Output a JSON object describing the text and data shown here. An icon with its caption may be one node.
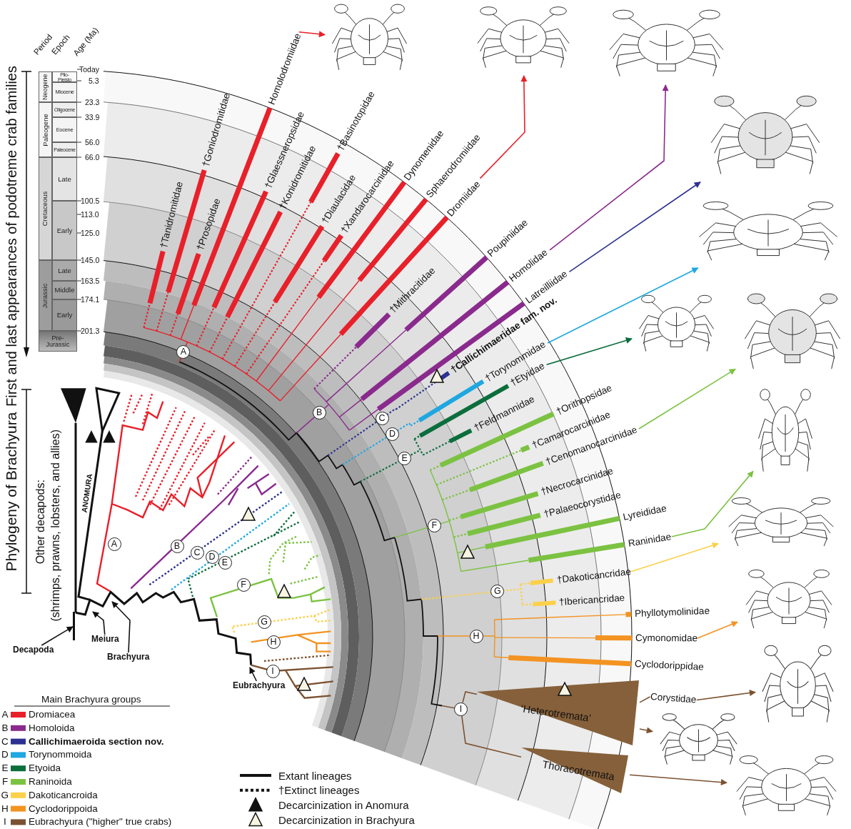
{
  "diagram": {
    "nodes": [
      {
        "text": [
          "Homolodromiidae"
        ]
      },
      {
        "text": [
          "Dromiidae"
        ]
      },
      {
        "text": [
          "Homolidae"
        ]
      },
      {
        "text": [
          "Latreilliidae"
        ]
      },
      {
        "text": [
          "†Torynommidae"
        ]
      },
      {
        "text": [
          "†Etyidae"
        ]
      },
      {
        "text": [
          "†Cenomanocarcinidae"
        ]
      },
      {
        "text": [
          "Raninidae"
        ]
      },
      {
        "text": [
          "†Dakoticancridae"
        ]
      },
      {
        "text": [
          "Cymonomidae"
        ]
      },
      {
        "text": [
          "‘Heterotremata’"
        ]
      },
      {
        "text": [
          "Corystidae"
        ]
      },
      {
        "text": [
          "Thoracotremata"
        ]
      },
      {
        "text": [
          "A"
        ]
      },
      {
        "text": [
          "B"
        ]
      },
      {
        "text": [
          "C"
        ]
      },
      {
        "text": [
          "D"
        ]
      },
      {
        "text": [
          "E"
        ]
      },
      {
        "text": [
          "F"
        ]
      },
      {
        "text": [
          "G"
        ]
      },
      {
        "text": [
          "H"
        ]
      },
      {
        "text": [
          "I"
        ]
      },
      {
        "text": [
          "A"
        ]
      },
      {
        "text": [
          "B"
        ]
      },
      {
        "text": [
          "C"
        ]
      },
      {
        "text": [
          "D"
        ]
      },
      {
        "text": [
          "E"
        ]
      },
      {
        "text": [
          "F"
        ]
      },
      {
        "text": [
          "G"
        ]
      },
      {
        "text": [
          "H"
        ]
      },
      {
        "text": [
          "I"
        ]
      },
      {
        "text": [
          "Decapoda"
        ]
      },
      {
        "text": [
          "Meiura"
        ]
      },
      {
        "text": [
          "Brachyura"
        ]
      },
      {
        "text": [
          "Eubrachyura"
        ]
      },
      {
        "text": [],
        "shape": "picture"
      },
      {
        "text": [],
        "shape": "picture"
      },
      {
        "text": [],
        "shape": "picture"
      },
      {
        "text": [],
        "shape": "picture"
      },
      {
        "text": [],
        "shape": "picture"
      },
      {
        "text": [],
        "shape": "picture"
      },
      {
        "text": [],
        "shape": "picture"
      },
      {
        "text": [],
        "shape": "picture"
      },
      {
        "text": [],
        "shape": "picture"
      },
      {
        "text": [],
        "shape": "picture"
      },
      {
        "text": [],
        "shape": "picture"
      },
      {
        "text": [],
        "shape": "picture"
      },
      {
        "text": [],
        "shape": "picture"
      },
      {
        "text": [],
        "shape": "bar"
      }
    ],
    "edges": [
      {
        "from": 0,
        "to": 35,
        "arrow": "to",
        "color": "#e8202a"
      },
      {
        "from": 1,
        "to": 36,
        "arrow": "to",
        "color": "#e8202a"
      },
      {
        "from": 2,
        "to": 37,
        "arrow": "to",
        "color": "#8a2a8d"
      },
      {
        "from": 3,
        "to": 38,
        "arrow": "to",
        "color": "#2e3192"
      },
      {
        "from": 4,
        "to": 39,
        "arrow": "to",
        "color": "#1ea7e1"
      },
      {
        "from": 5,
        "to": 40,
        "arrow": "to",
        "color": "#0b6e3c"
      },
      {
        "from": 6,
        "to": 41,
        "arrow": "to",
        "color": "#7cc242"
      },
      {
        "from": 7,
        "to": 42,
        "arrow": "to",
        "color": "#7cc242"
      },
      {
        "from": 8,
        "to": 43,
        "arrow": "to",
        "color": "#fcd04a"
      },
      {
        "from": 9,
        "to": 44,
        "arrow": "to",
        "color": "#f39322"
      },
      {
        "from": 10,
        "to": 11,
        "arrow": "none",
        "color": "#7b5231"
      },
      {
        "from": 11,
        "to": 45,
        "arrow": "to",
        "color": "#7b5231"
      },
      {
        "from": 10,
        "to": 46,
        "arrow": "to",
        "color": "#7b5231"
      },
      {
        "from": 12,
        "to": 47,
        "arrow": "to",
        "color": "#7b5231"
      },
      {
        "from": 21,
        "to": 10,
        "arrow": "none",
        "color": "#7b5231"
      },
      {
        "from": 21,
        "to": 12,
        "arrow": "none",
        "color": "#7b5231"
      },
      {
        "from": 31,
        "to": 48,
        "arrow": "to",
        "color": "#111111"
      },
      {
        "from": 32,
        "to": null,
        "arrow": "to",
        "color": "#111111"
      },
      {
        "from": 33,
        "to": null,
        "arrow": "to",
        "color": "#111111"
      },
      {
        "from": 34,
        "to": null,
        "arrow": "to",
        "color": "#111111"
      }
    ],
    "labels": [
      "First and last appearances of podotreme crab families",
      "Period",
      "Epoch",
      "Age (Ma)",
      "Neogene",
      "Paleogene",
      "Cretaceous",
      "Jurassic",
      "Pre-Jurassic",
      "Plio-Pleisto",
      "Miocene",
      "Oligocene",
      "Eocene",
      "Paleocene",
      "Late",
      "Early",
      "Late",
      "Middle",
      "Early",
      "Today",
      "5.3",
      "23.3",
      "33.9",
      "56.0",
      "66.0",
      "100.5",
      "113.0",
      "125.0",
      "145.0",
      "163.5",
      "174.1",
      "201.3",
      "†Tanidromitidae",
      "†Goniodromitidae",
      "†Prosopidae",
      "†Glaessneropsidae",
      "†Konidromitidae",
      "†Basinotopidae",
      "†Diaulacidae",
      "†Xandarocarcinidae",
      "Dynomenidae",
      "Sphaerodromiidae",
      "†Mithracitidae",
      "Poupiniidae",
      "†Callichimaeridae fam. nov.",
      "†Feldmannidae",
      "†Orithopsidae",
      "†Camarocarcinidae",
      "†Necrocarcinidae",
      "†Palaeocorystidae",
      "Lyreididae",
      "†Ibericancridae",
      "Phyllotymolinidae",
      "Cyclodorippidae",
      "Phylogeny of Brachyura",
      "Other decapods:",
      "(shrimps, prawns, lobsters, and allies)",
      "ANOMURA",
      "Main Brachyura groups",
      "A",
      "B",
      "C",
      "D",
      "E",
      "F",
      "G",
      "H",
      "I"
    ],
    "legend": [
      {
        "text": "Dromiacea",
        "color": "#e8202a"
      },
      {
        "text": "Homoloida",
        "color": "#8a2a8d"
      },
      {
        "text": "Callichimaeroida section nov.",
        "color": "#2e3192"
      },
      {
        "text": "Torynommoida",
        "color": "#1ea7e1"
      },
      {
        "text": "Etyoida",
        "color": "#0b6e3c"
      },
      {
        "text": "Raninoida",
        "color": "#7cc242"
      },
      {
        "text": "Dakoticancroida",
        "color": "#fcd04a"
      },
      {
        "text": "Cyclodorippoida",
        "color": "#f39322"
      },
      {
        "text": "Eubrachyura (\"higher\" true crabs)",
        "color": "#7b5231"
      },
      {
        "text": "Extant lineages"
      },
      {
        "text": "†Extinct lineages"
      },
      {
        "text": "Decarcinization in Anomura"
      },
      {
        "text": "Decarcinization in Brachyura"
      }
    ]
  }
}
